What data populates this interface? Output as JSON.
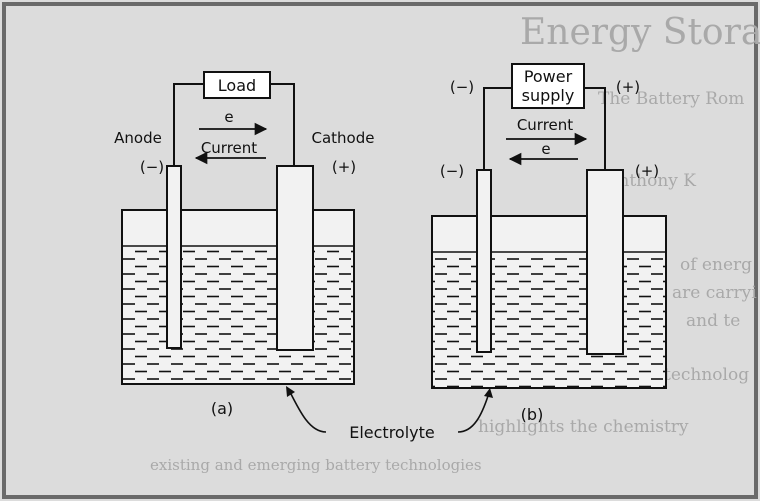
{
  "background_text": {
    "heading": "Energy Storage and Ke",
    "lines": [
      "The Battery Rom",
      "K Anthony K",
      "of energ",
      "are carryi",
      "and te",
      "technolog",
      "highlights the chemistry",
      "existing and emerging battery technologies"
    ]
  },
  "panel_a": {
    "load_label": "Load",
    "electron_label": "e",
    "current_label": "Current",
    "anode_label": "Anode",
    "cathode_label": "Cathode",
    "anode_sign": "(−)",
    "cathode_sign": "(+)",
    "caption": "(a)"
  },
  "panel_b": {
    "supply_label_line1": "Power",
    "supply_label_line2": "supply",
    "current_label": "Current",
    "electron_label": "e",
    "supply_neg": "(−)",
    "supply_pos": "(+)",
    "electrode_neg": "(−)",
    "electrode_pos": "(+)",
    "caption": "(b)"
  },
  "electrolyte_label": "Electrolyte",
  "colors": {
    "paper": "#f2f2f2",
    "background": "#dcdcdc",
    "ink": "#111111",
    "ghost_text": "#a9a9a9"
  }
}
